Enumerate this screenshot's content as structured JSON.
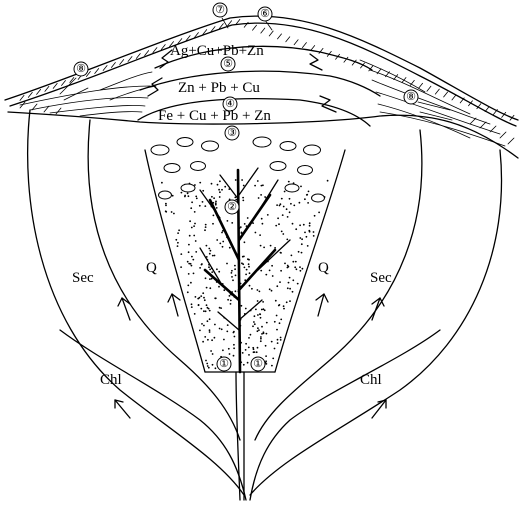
{
  "diagram": {
    "markers": {
      "m1": "①",
      "m2": "②",
      "m3": "③",
      "m4": "④",
      "m5": "⑤",
      "m6": "⑥",
      "m7": "⑦",
      "m8": "⑧"
    },
    "layers": {
      "top": "Ag+Cu+Pb+Zn",
      "middle": "Zn + Pb + Cu",
      "bottom": "Fe + Cu + Pb + Zn"
    },
    "zones": {
      "sec": "Sec",
      "q": "Q",
      "chl": "Chl"
    }
  }
}
